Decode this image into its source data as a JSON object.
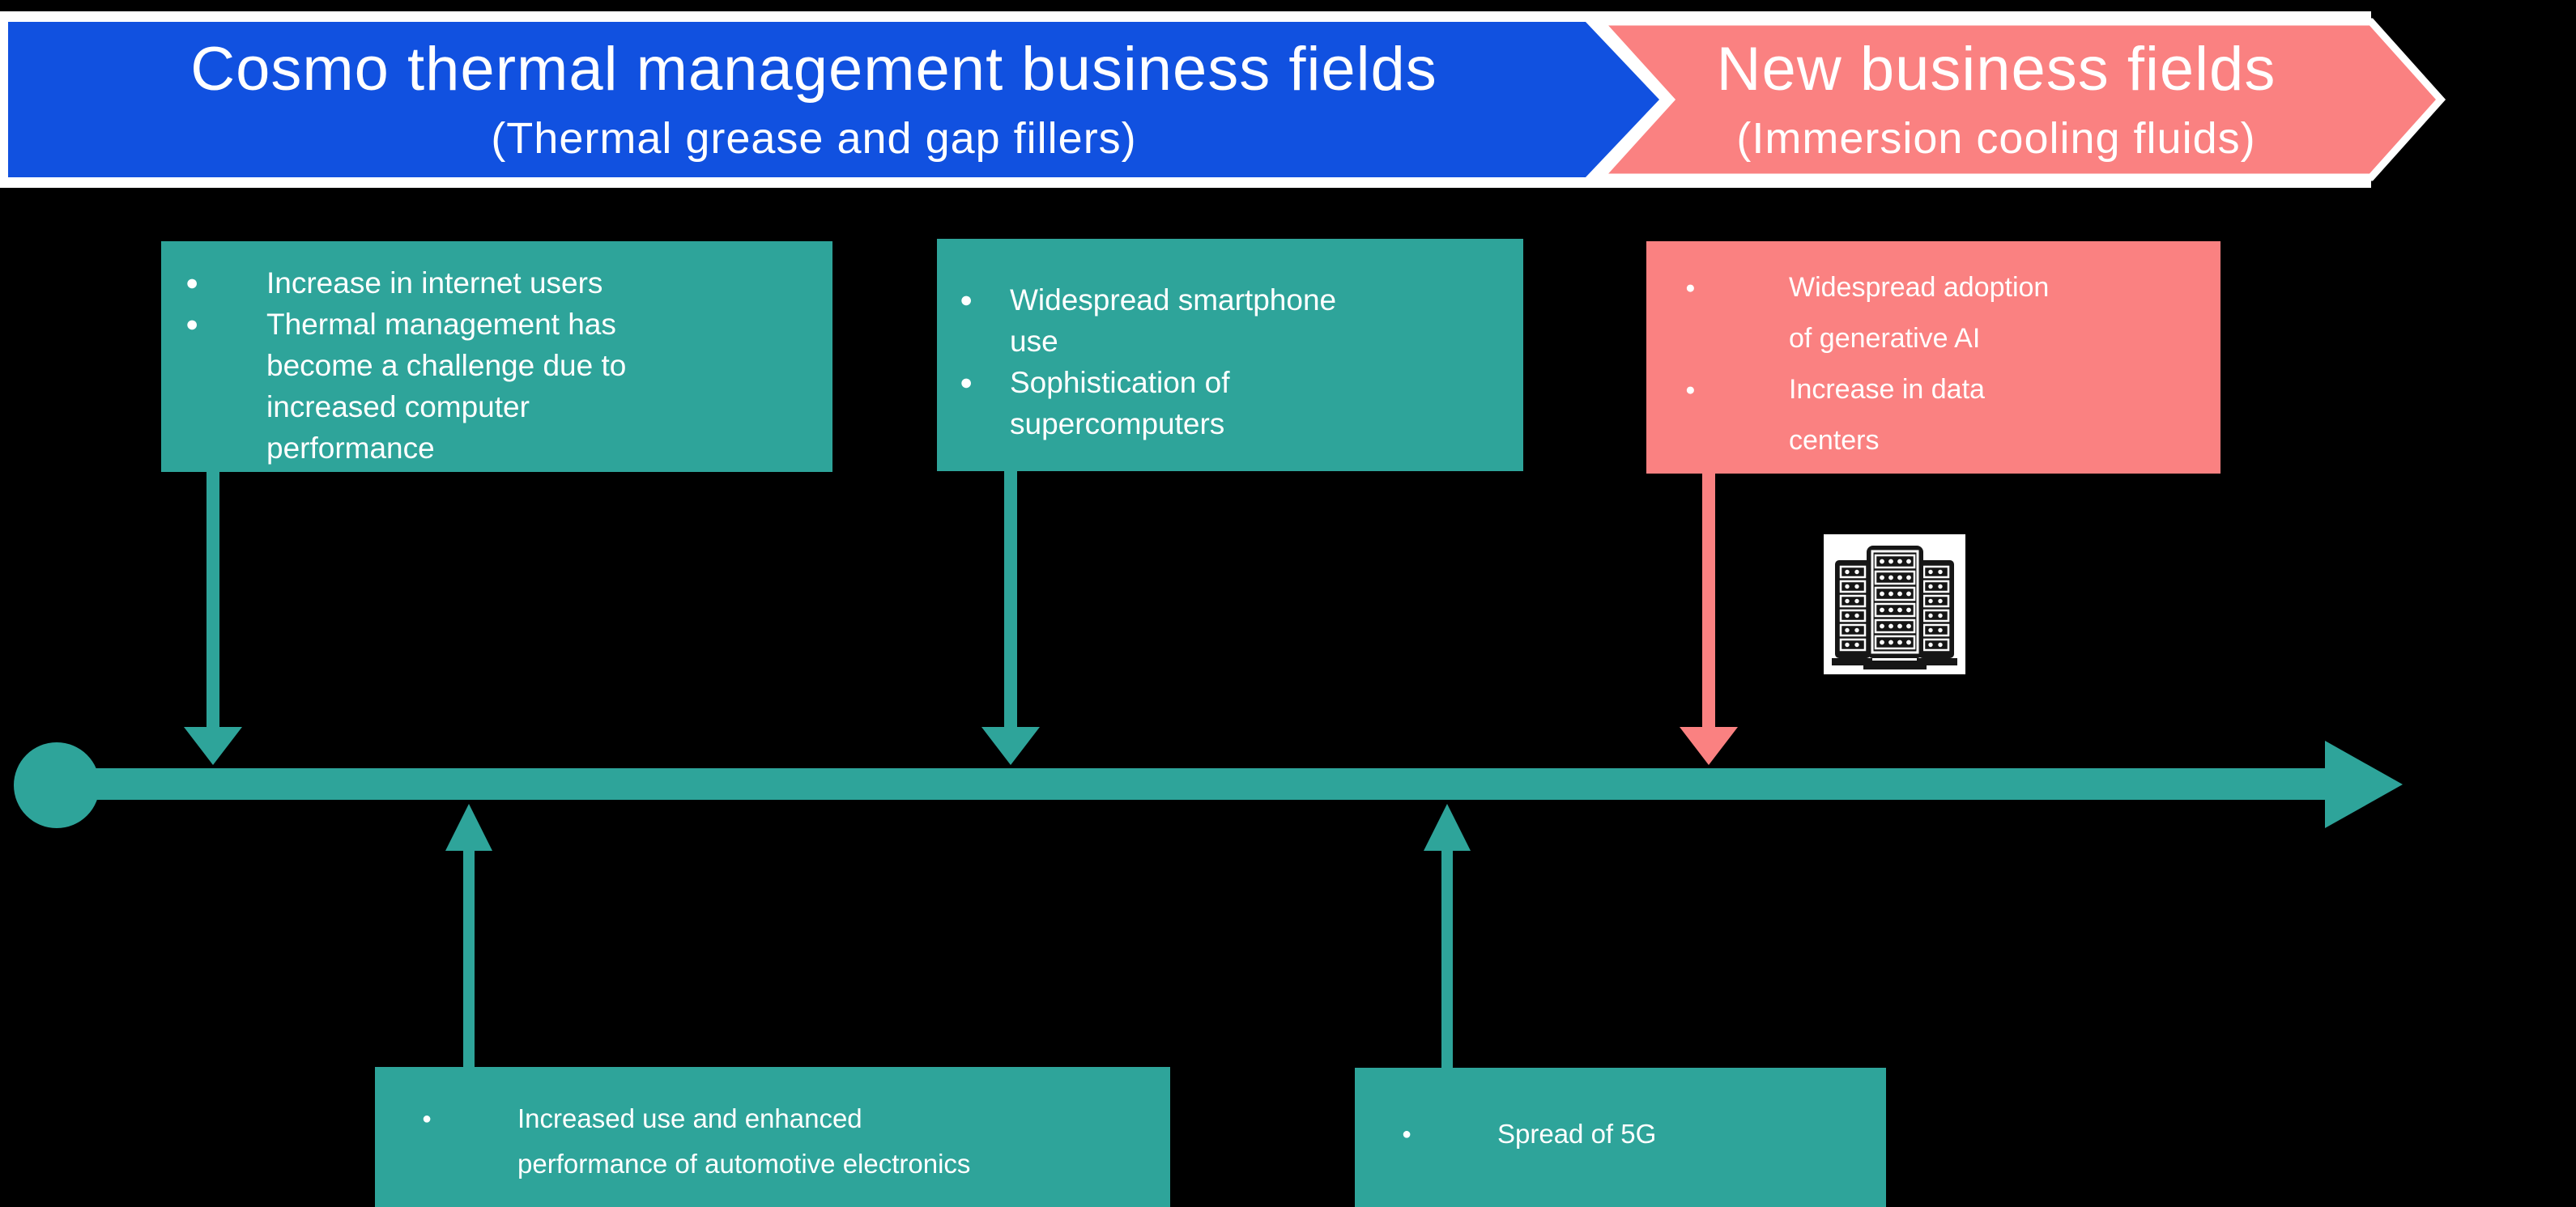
{
  "ui": {
    "bullet": "●"
  },
  "colors": {
    "background": "#000000",
    "blue": "#1151E0",
    "teal": "#2EA49A",
    "salmon": "#FA8181",
    "white": "#FFFFFF"
  },
  "header": {
    "cosmo_title": "Cosmo thermal management business fields",
    "cosmo_subtitle": "(Thermal grease and gap fillers)",
    "new_title": "New business fields",
    "new_subtitle": "(Immersion cooling fluids)"
  },
  "events": {
    "internet": {
      "bullets": [
        {
          "lines": [
            "Increase in internet users"
          ]
        },
        {
          "lines": [
            "Thermal management has",
            "become a challenge due to",
            "increased computer",
            "performance"
          ]
        }
      ]
    },
    "smartphone": {
      "bullets": [
        {
          "lines": [
            "Widespread smartphone",
            "use"
          ]
        },
        {
          "lines": [
            "Sophistication of",
            "supercomputers"
          ]
        }
      ]
    },
    "genai": {
      "bullets": [
        {
          "lines": [
            "Widespread adoption",
            "of generative AI"
          ]
        },
        {
          "lines": [
            "Increase in data",
            "centers"
          ]
        }
      ]
    },
    "automotive": {
      "bullets": [
        {
          "lines": [
            "Increased use and enhanced",
            "performance of automotive electronics"
          ]
        }
      ]
    },
    "five_g": {
      "bullets": [
        {
          "lines": [
            "Spread of 5G"
          ]
        }
      ]
    }
  },
  "icons": {
    "data_center": "data-center-icon"
  }
}
